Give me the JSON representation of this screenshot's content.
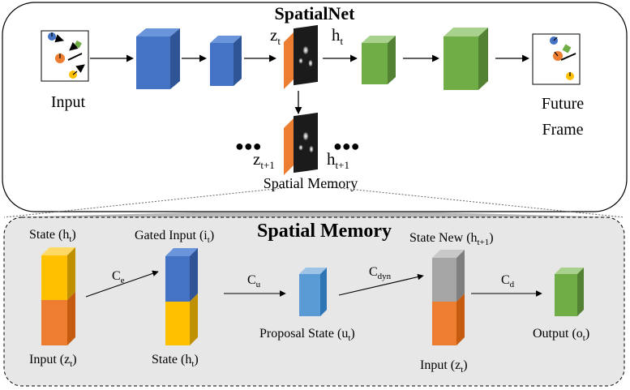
{
  "top_panel": {
    "title": "SpatialNet",
    "input_label": "Input",
    "future_label_line1": "Future",
    "future_label_line2": "Frame",
    "zt": {
      "base": "z",
      "sub": "t"
    },
    "ht": {
      "base": "h",
      "sub": "t"
    },
    "zt1": {
      "base": "z",
      "sub": "t+1"
    },
    "ht1": {
      "base": "h",
      "sub": "t+1"
    },
    "memory_caption": "Spatial Memory",
    "ellipsis": "●●●"
  },
  "bottom_panel": {
    "title": "Spatial Memory",
    "state_ht": {
      "base": "State (h",
      "sub": "t",
      "tail": ")"
    },
    "input_zt_left": {
      "base": "Input (z",
      "sub": "t",
      "tail": ")"
    },
    "gated_input": {
      "base": "Gated Input (i",
      "sub": "t",
      "tail": ")"
    },
    "state_ht_2": {
      "base": "State  (h",
      "sub": "t",
      "tail": ")"
    },
    "proposal_state": {
      "base": "Proposal State (u",
      "sub": "t",
      "tail": ")"
    },
    "state_new": {
      "base": "State New (h",
      "sub": "t+1",
      "tail": ")"
    },
    "input_zt_right": {
      "base": "Input (z",
      "sub": "t",
      "tail": ")"
    },
    "output": {
      "base": "Output (o",
      "sub": "t",
      "tail": ")"
    },
    "ce": {
      "base": "C",
      "sub": "e"
    },
    "cu": {
      "base": "C",
      "sub": "u"
    },
    "cdyn": {
      "base": "C",
      "sub": "dyn"
    },
    "cd": {
      "base": "C",
      "sub": "d"
    }
  },
  "colors": {
    "blue": "#4472C4",
    "green": "#70AD47",
    "orange": "#ED7D31",
    "yellow": "#FFC000",
    "gray": "#A5A5A5",
    "light_blue": "#5B9BD5",
    "panel_fill": "#E7E7E7"
  }
}
